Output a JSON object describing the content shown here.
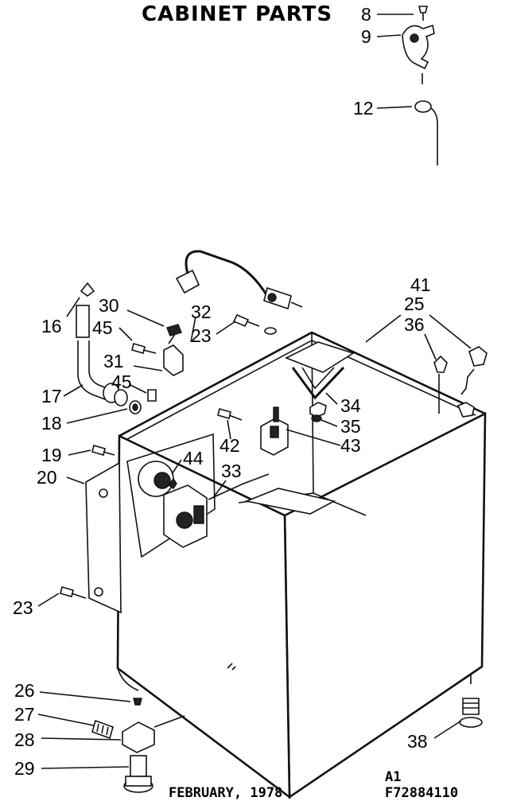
{
  "title": "CABINET PARTS",
  "footer": {
    "date": "FEBRUARY, 1978",
    "code_line1": "A1",
    "code_line2": "F72884110"
  },
  "callouts": [
    {
      "id": "c8",
      "label": "8"
    },
    {
      "id": "c9",
      "label": "9"
    },
    {
      "id": "c12",
      "label": "12"
    },
    {
      "id": "c16",
      "label": "16"
    },
    {
      "id": "c17",
      "label": "17"
    },
    {
      "id": "c18",
      "label": "18"
    },
    {
      "id": "c19",
      "label": "19"
    },
    {
      "id": "c20",
      "label": "20"
    },
    {
      "id": "c23a",
      "label": "23"
    },
    {
      "id": "c23b",
      "label": "23"
    },
    {
      "id": "c25",
      "label": "25"
    },
    {
      "id": "c26",
      "label": "26"
    },
    {
      "id": "c27",
      "label": "27"
    },
    {
      "id": "c28",
      "label": "28"
    },
    {
      "id": "c29",
      "label": "29"
    },
    {
      "id": "c30",
      "label": "30"
    },
    {
      "id": "c31",
      "label": "31"
    },
    {
      "id": "c32",
      "label": "32"
    },
    {
      "id": "c33",
      "label": "33"
    },
    {
      "id": "c34",
      "label": "34"
    },
    {
      "id": "c35",
      "label": "35"
    },
    {
      "id": "c36",
      "label": "36"
    },
    {
      "id": "c38",
      "label": "38"
    },
    {
      "id": "c41",
      "label": "41"
    },
    {
      "id": "c42",
      "label": "42"
    },
    {
      "id": "c43",
      "label": "43"
    },
    {
      "id": "c44",
      "label": "44"
    },
    {
      "id": "c45a",
      "label": "45"
    },
    {
      "id": "c45b",
      "label": "45"
    }
  ]
}
